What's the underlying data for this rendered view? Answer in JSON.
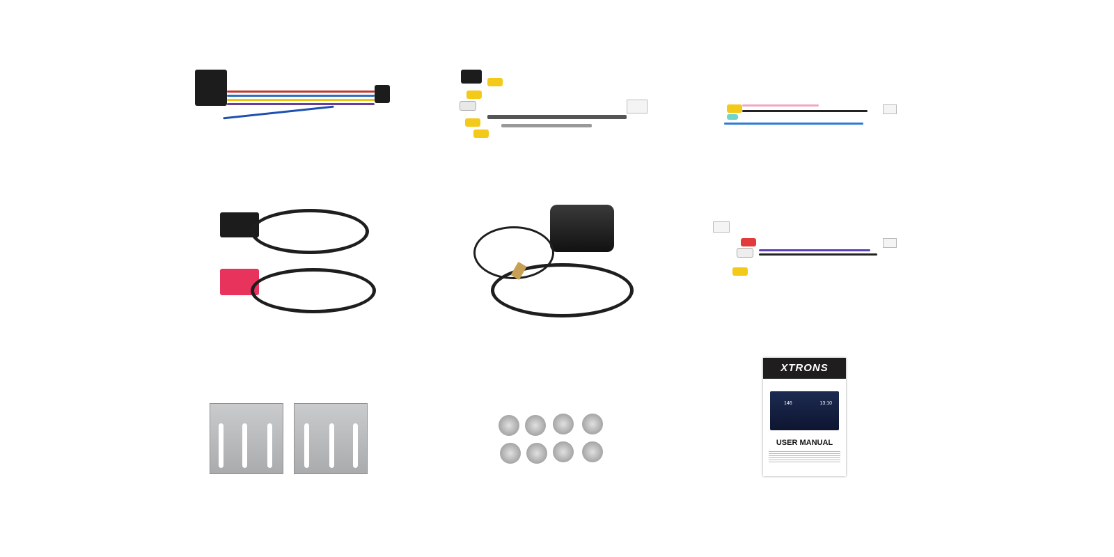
{
  "manual": {
    "brand": "XTRONS",
    "title": "USER MANUAL",
    "screen_speed": "146",
    "screen_time": "13:10"
  }
}
